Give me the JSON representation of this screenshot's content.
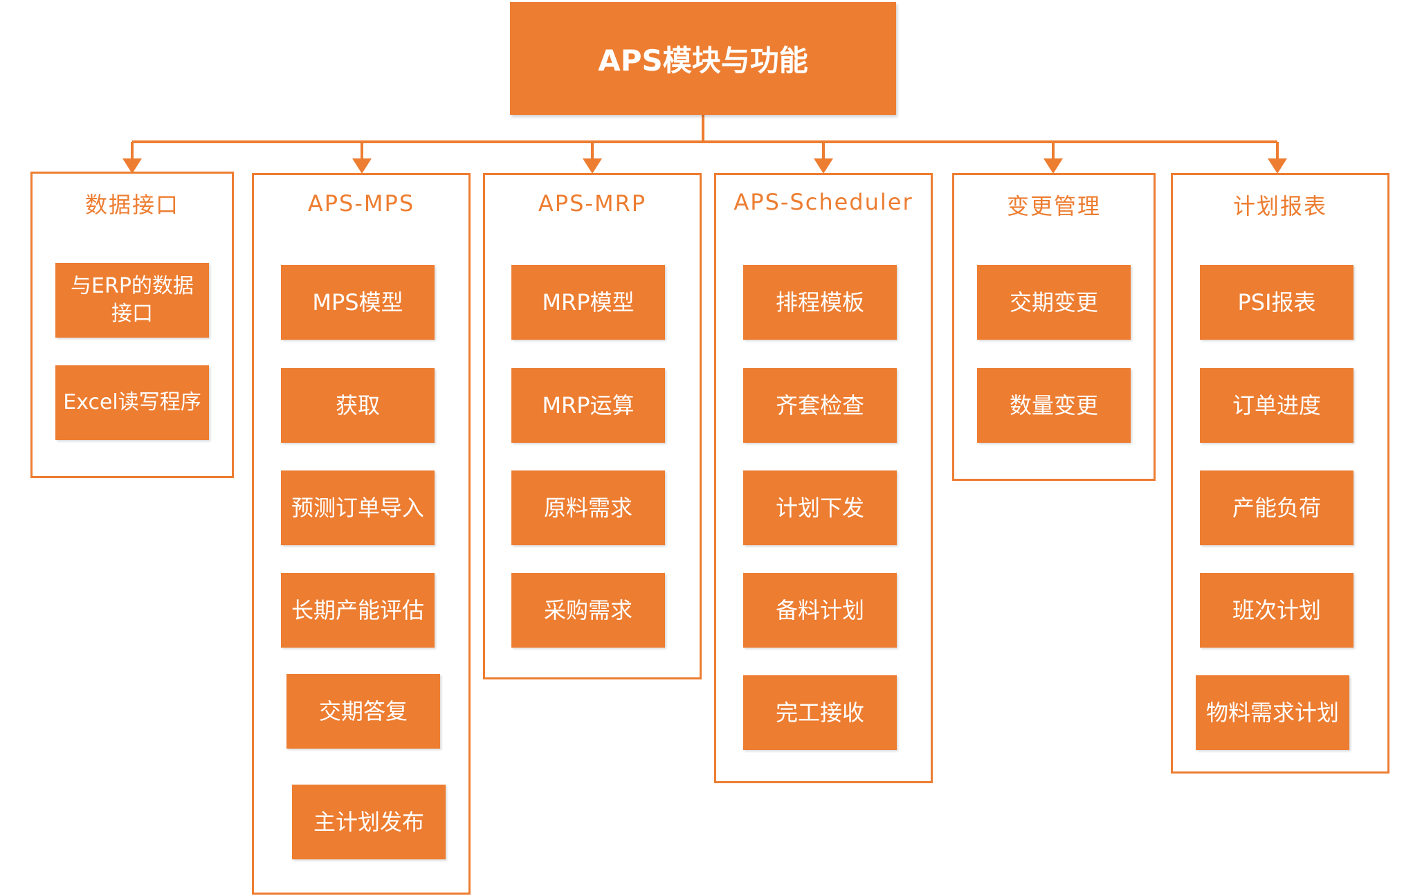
{
  "root": {
    "title": "APS模块与功能"
  },
  "colors": {
    "accent": "#ED7D31",
    "text_on_accent": "#ffffff",
    "background": "#ffffff"
  },
  "columns": [
    {
      "title": "数据接口",
      "items": [
        "与ERP的数据接口",
        "Excel读写程序"
      ]
    },
    {
      "title": "APS-MPS",
      "items": [
        "MPS模型",
        "获取",
        "预测订单导入",
        "长期产能评估",
        "交期答复",
        "主计划发布"
      ]
    },
    {
      "title": "APS-MRP",
      "items": [
        "MRP模型",
        "MRP运算",
        "原料需求",
        "采购需求"
      ]
    },
    {
      "title": "APS-Scheduler",
      "items": [
        "排程模板",
        "齐套检查",
        "计划下发",
        "备料计划",
        "完工接收"
      ]
    },
    {
      "title": "变更管理",
      "items": [
        "交期变更",
        "数量变更"
      ]
    },
    {
      "title": "计划报表",
      "items": [
        "PSI报表",
        "订单进度",
        "产能负荷",
        "班次计划",
        "物料需求计划"
      ]
    }
  ]
}
